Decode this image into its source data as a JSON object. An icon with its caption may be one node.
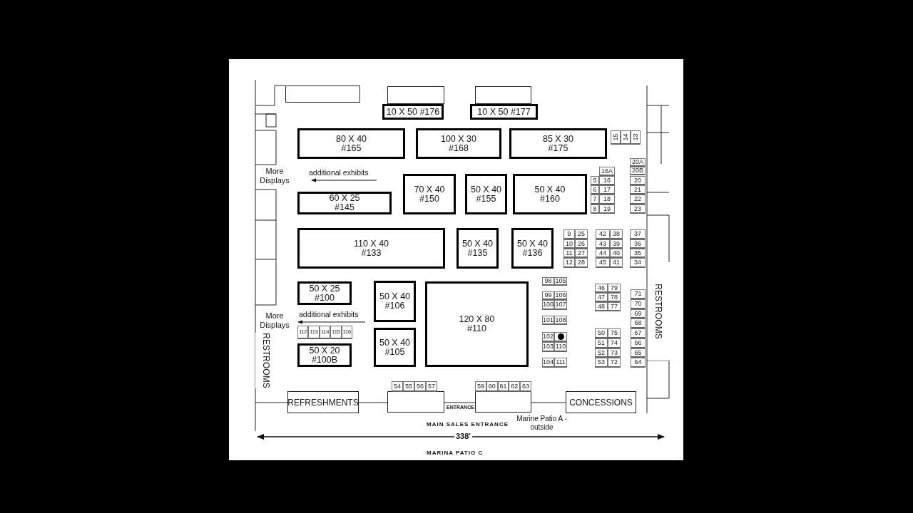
{
  "diagram": {
    "nodes": [
      {
        "text": [],
        "shape": "box"
      },
      {
        "text": [],
        "shape": "box"
      },
      {
        "text": [],
        "shape": "box"
      },
      {
        "text": [
          "10 X 50 #176"
        ]
      },
      {
        "text": [
          "10 X 50 #177"
        ]
      },
      {
        "text": [
          "80 X 40",
          "#165"
        ]
      },
      {
        "text": [
          "100 X 30",
          "#168"
        ]
      },
      {
        "text": [
          "85 X 30",
          "#175"
        ]
      },
      {
        "text": [
          "60 X 25",
          "#145"
        ]
      },
      {
        "text": [
          "70 X 40",
          "#150"
        ]
      },
      {
        "text": [
          "50 X 40",
          "#155"
        ]
      },
      {
        "text": [
          "50 X 40",
          "#160"
        ]
      },
      {
        "text": [
          "110 X 40",
          "#133"
        ]
      },
      {
        "text": [
          "50 X 40",
          "#135"
        ]
      },
      {
        "text": [
          "50 X 40",
          "#136"
        ]
      },
      {
        "text": [
          "50 X 25",
          "#100"
        ]
      },
      {
        "text": [
          "50 X 40",
          "#106"
        ]
      },
      {
        "text": [
          "120 X 80",
          "#110"
        ]
      },
      {
        "text": [
          "50 X 40",
          "#105"
        ]
      },
      {
        "text": [
          "50 X 20",
          "#100B"
        ]
      },
      {
        "text": [
          "RESTROOMS"
        ]
      },
      {
        "text": [
          "RESTROOMS"
        ]
      },
      {
        "text": [
          "REFRESHMENTS"
        ]
      },
      {
        "text": [],
        "shape": "box"
      },
      {
        "text": [],
        "shape": "box"
      },
      {
        "text": [
          "CONCESSIONS"
        ]
      },
      {
        "text": [
          "15"
        ]
      },
      {
        "text": [
          "14"
        ]
      },
      {
        "text": [
          "13"
        ]
      },
      {
        "text": [
          "20A"
        ]
      },
      {
        "text": [
          "20B"
        ]
      },
      {
        "text": [
          "16A"
        ]
      },
      {
        "text": [
          "5"
        ]
      },
      {
        "text": [
          "16"
        ]
      },
      {
        "text": [
          "20"
        ]
      },
      {
        "text": [
          "6"
        ]
      },
      {
        "text": [
          "17"
        ]
      },
      {
        "text": [
          "21"
        ]
      },
      {
        "text": [
          "7"
        ]
      },
      {
        "text": [
          "18"
        ]
      },
      {
        "text": [
          "22"
        ]
      },
      {
        "text": [
          "8"
        ]
      },
      {
        "text": [
          "19"
        ]
      },
      {
        "text": [
          "23"
        ]
      },
      {
        "text": [
          "9"
        ]
      },
      {
        "text": [
          "25"
        ]
      },
      {
        "text": [
          "42"
        ]
      },
      {
        "text": [
          "38"
        ]
      },
      {
        "text": [
          "37"
        ]
      },
      {
        "text": [
          "10"
        ]
      },
      {
        "text": [
          "26"
        ]
      },
      {
        "text": [
          "43"
        ]
      },
      {
        "text": [
          "39"
        ]
      },
      {
        "text": [
          "36"
        ]
      },
      {
        "text": [
          "11"
        ]
      },
      {
        "text": [
          "27"
        ]
      },
      {
        "text": [
          "44"
        ]
      },
      {
        "text": [
          "40"
        ]
      },
      {
        "text": [
          "35"
        ]
      },
      {
        "text": [
          "12"
        ]
      },
      {
        "text": [
          "28"
        ]
      },
      {
        "text": [
          "45"
        ]
      },
      {
        "text": [
          "41"
        ]
      },
      {
        "text": [
          "34"
        ]
      },
      {
        "text": [
          "112"
        ]
      },
      {
        "text": [
          "113"
        ]
      },
      {
        "text": [
          "114"
        ]
      },
      {
        "text": [
          "115"
        ]
      },
      {
        "text": [
          "116"
        ]
      },
      {
        "text": [
          "98"
        ]
      },
      {
        "text": [
          "105"
        ]
      },
      {
        "text": [
          "99"
        ]
      },
      {
        "text": [
          "106"
        ]
      },
      {
        "text": [
          "100"
        ]
      },
      {
        "text": [
          "107"
        ]
      },
      {
        "text": [
          "101"
        ]
      },
      {
        "text": [
          "108"
        ]
      },
      {
        "text": [
          "102"
        ]
      },
      {
        "text": [],
        "shape": "circle"
      },
      {
        "text": [
          "103"
        ]
      },
      {
        "text": [
          "110"
        ]
      },
      {
        "text": [
          "104"
        ]
      },
      {
        "text": [
          "111"
        ]
      },
      {
        "text": [
          "46"
        ]
      },
      {
        "text": [
          "79"
        ]
      },
      {
        "text": [
          "47"
        ]
      },
      {
        "text": [
          "78"
        ]
      },
      {
        "text": [
          "48"
        ]
      },
      {
        "text": [
          "77"
        ]
      },
      {
        "text": [
          "50"
        ]
      },
      {
        "text": [
          "75"
        ]
      },
      {
        "text": [
          "51"
        ]
      },
      {
        "text": [
          "74"
        ]
      },
      {
        "text": [
          "52"
        ]
      },
      {
        "text": [
          "73"
        ]
      },
      {
        "text": [
          "53"
        ]
      },
      {
        "text": [
          "72"
        ]
      },
      {
        "text": [
          "71"
        ]
      },
      {
        "text": [
          "70"
        ]
      },
      {
        "text": [
          "69"
        ]
      },
      {
        "text": [
          "68"
        ]
      },
      {
        "text": [
          "67"
        ]
      },
      {
        "text": [
          "66"
        ]
      },
      {
        "text": [
          "65"
        ]
      },
      {
        "text": [
          "64"
        ]
      },
      {
        "text": [
          "54"
        ]
      },
      {
        "text": [
          "55"
        ]
      },
      {
        "text": [
          "56"
        ]
      },
      {
        "text": [
          "57"
        ]
      },
      {
        "text": [
          "59"
        ]
      },
      {
        "text": [
          "60"
        ]
      },
      {
        "text": [
          "61"
        ]
      },
      {
        "text": [
          "62"
        ]
      },
      {
        "text": [
          "63"
        ]
      }
    ],
    "labels": [
      "More Displays",
      "additional exhibits",
      "More Displays",
      "additional exhibits",
      "ENTRANCE",
      "MAIN SALES ENTRANCE",
      "Marine Patio A - outside",
      "338'",
      "MARINA PATIO C"
    ]
  }
}
